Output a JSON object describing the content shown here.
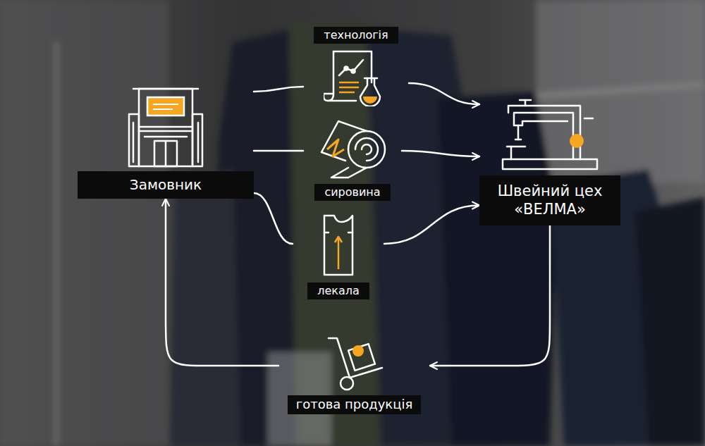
{
  "diagram": {
    "nodes": [
      {
        "text": [
          "Замовник"
        ]
      },
      {
        "text": [
          "технологія"
        ]
      },
      {
        "text": [
          "сировина"
        ]
      },
      {
        "text": [
          "лекала"
        ]
      },
      {
        "text": [
          "Швейний цех «ВЕЛМА»"
        ]
      },
      {
        "text": [
          "готова продукція"
        ]
      }
    ],
    "edges": [
      {
        "from": 0,
        "to": 1,
        "arrow": "none"
      },
      {
        "from": 1,
        "to": 4,
        "arrow": "to"
      },
      {
        "from": 0,
        "to": 2,
        "arrow": "none"
      },
      {
        "from": 2,
        "to": 4,
        "arrow": "to"
      },
      {
        "from": 0,
        "to": 3,
        "arrow": "none"
      },
      {
        "from": 3,
        "to": 4,
        "arrow": "to"
      },
      {
        "from": 4,
        "to": 5,
        "arrow": "to"
      },
      {
        "from": 5,
        "to": 0,
        "arrow": "to"
      }
    ]
  }
}
